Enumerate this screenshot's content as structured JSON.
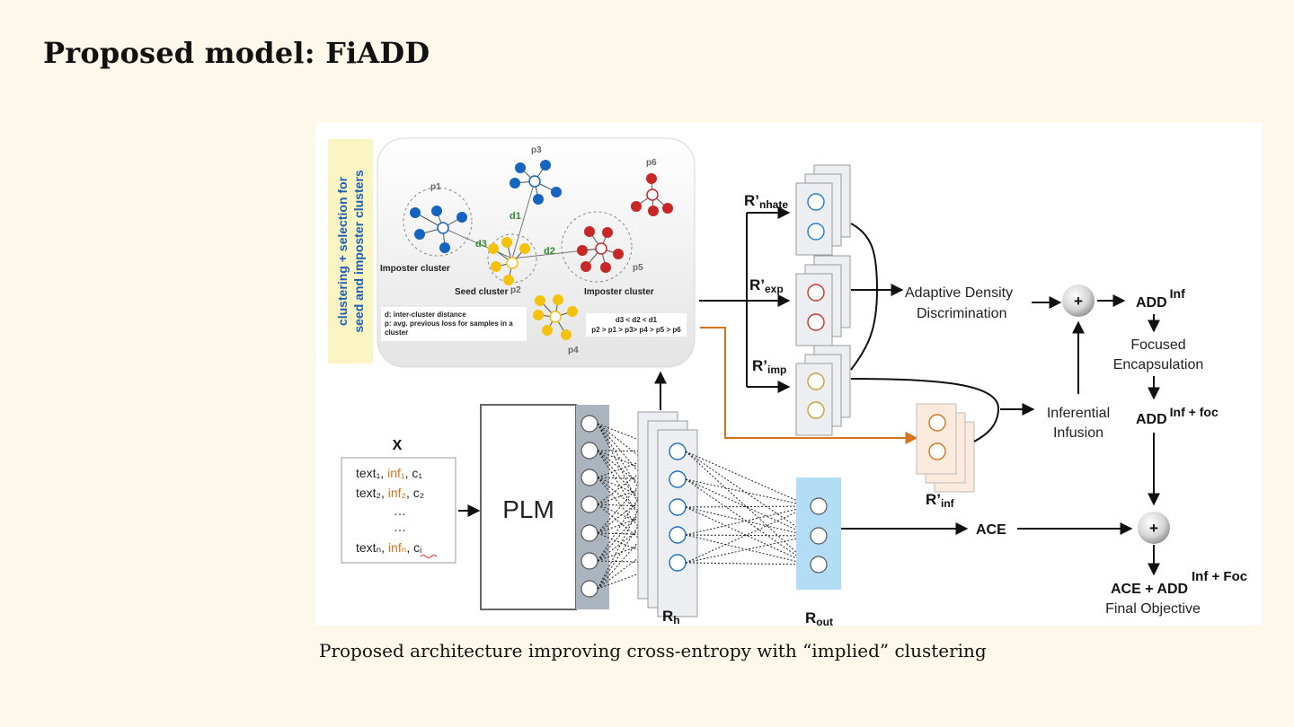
{
  "slide": {
    "title": "Proposed model: FiADD",
    "caption": "Proposed architecture improving cross-entropy with “implied” clustering"
  },
  "colors": {
    "background": "#fdf8ea",
    "blue_cluster": "#1565c0",
    "red_cluster": "#c62828",
    "yellow_cluster": "#f4c20d",
    "inferential_arrow": "#d4741e",
    "r_out_box": "#b3dcf5",
    "sidebar": "#fbf5c4"
  },
  "figure": {
    "sidebar_label_line1": "clustering + selection for",
    "sidebar_label_line2": "seed and imposter clusters",
    "cluster_labels": {
      "p1": "p1",
      "p2": "p2",
      "p3": "p3",
      "p4": "p4",
      "p5": "p5",
      "p6": "p6",
      "d1": "d1",
      "d2": "d2",
      "d3": "d3"
    },
    "imposter_cluster_left": "Imposter cluster",
    "seed_cluster": "Seed cluster",
    "imposter_cluster_right": "Imposter cluster",
    "legend_line1": "d: inter-cluster distance",
    "legend_line2": "p: avg. previous loss for samples in a",
    "legend_line3": "cluster",
    "order_line1": "d3 < d2 < d1",
    "order_line2": "p2 > p1 > p3> p4 > p5 > p6",
    "input_label": "X",
    "input_rows": [
      {
        "text": "text₁, ",
        "inf": "inf₁",
        "c": ",  c₁"
      },
      {
        "text": "text₂, ",
        "inf": "inf₂",
        "c": ",  c₂"
      },
      {
        "text": "…",
        "inf": "",
        "c": ""
      },
      {
        "text": "…",
        "inf": "",
        "c": ""
      },
      {
        "text": "textₙ, ",
        "inf": "infₙ",
        "c": ",  cᵢ"
      }
    ],
    "plm_label": "PLM",
    "rh_label": "R",
    "rh_sub": "h",
    "rout_label": "R",
    "rout_sub": "out",
    "r_nhate": "R’",
    "r_nhate_sub": "nhate",
    "r_exp": "R’",
    "r_exp_sub": "exp",
    "r_imp": "R’",
    "r_imp_sub": "imp",
    "r_inf": "R’",
    "r_inf_sub": "inf",
    "adaptive_line1": "Adaptive Density",
    "adaptive_line2": "Discrimination",
    "inferential_line1": "Inferential",
    "inferential_line2": "Infusion",
    "plus": "+",
    "add_inf": "ADD",
    "add_inf_sup": "Inf",
    "focused_line1": "Focused",
    "focused_line2": "Encapsulation",
    "add_inf_foc": "ADD",
    "add_inf_foc_sup": "Inf + foc",
    "ace": "ACE",
    "final_ace_add": "ACE + ADD",
    "final_sup": "Inf + Foc",
    "final_objective": "Final Objective"
  }
}
